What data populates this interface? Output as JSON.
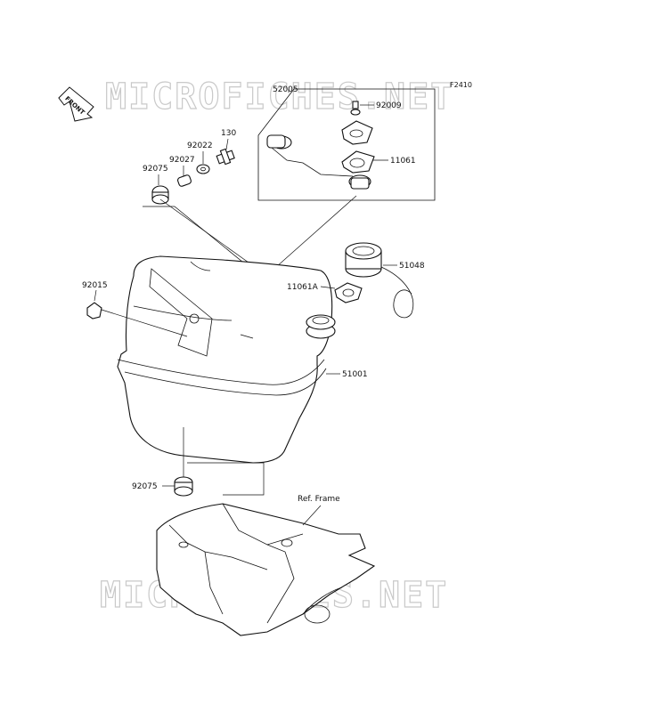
{
  "figure_code": "F2410",
  "watermark": {
    "top": "MICROFICHES.NET",
    "bottom": "MICROFICHES.NET"
  },
  "front_arrow_label": "FRONT",
  "ref_frame_label": "Ref. Frame",
  "callouts": {
    "p52005": "52005",
    "p92009": "92009",
    "p11061": "11061",
    "p130": "130",
    "p92022": "92022",
    "p92027": "92027",
    "p92075_top": "92075",
    "p51048": "51048",
    "p92015": "92015",
    "p11061A": "11061A",
    "p51001": "51001",
    "p92075_bottom": "92075"
  }
}
